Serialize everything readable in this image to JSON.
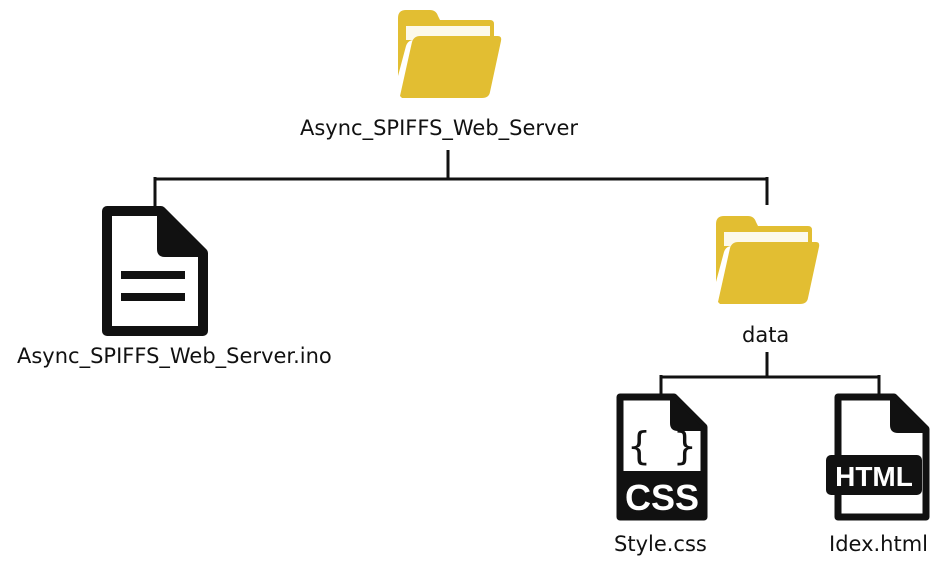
{
  "root_folder": {
    "name": "Async_SPIFFS_Web_Server",
    "icon": "folder-icon",
    "color": "#E2BE32"
  },
  "children": [
    {
      "name": "Async_SPIFFS_Web_Server.ino",
      "icon": "document-icon"
    },
    {
      "name": "data",
      "icon": "folder-icon",
      "color": "#E2BE32",
      "children": [
        {
          "name": "Style.css",
          "icon": "css-file-icon",
          "badge": "CSS",
          "glyph": "{ }"
        },
        {
          "name": "Idex.html",
          "icon": "html-file-icon",
          "badge": "HTML"
        }
      ]
    }
  ],
  "colors": {
    "line": "#111111",
    "icon": "#111111",
    "folder": "#E2BE32"
  }
}
